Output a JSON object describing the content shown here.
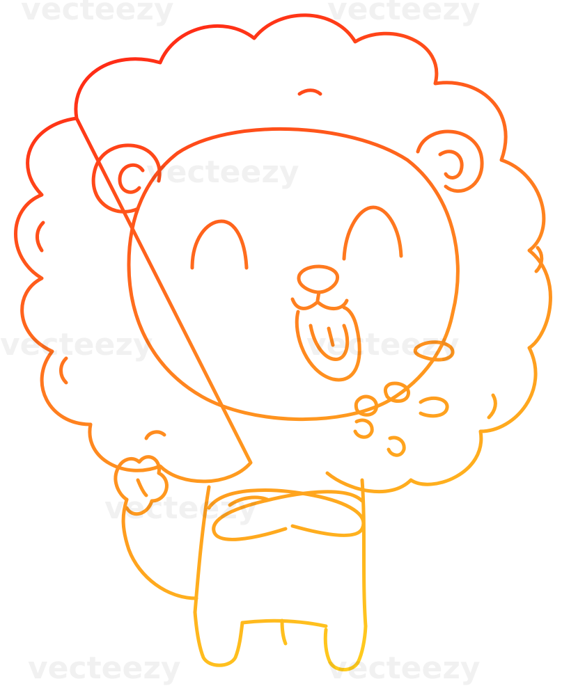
{
  "image": {
    "subject": "cartoon lion laughing with arms crossed",
    "line_style": "single-weight outline, warm gradient stroke",
    "gradient_colors": [
      "#ff1c14",
      "#ff7a1f",
      "#ffd21e"
    ],
    "background": "#ffffff"
  },
  "watermark": {
    "text": "vecteezy"
  }
}
